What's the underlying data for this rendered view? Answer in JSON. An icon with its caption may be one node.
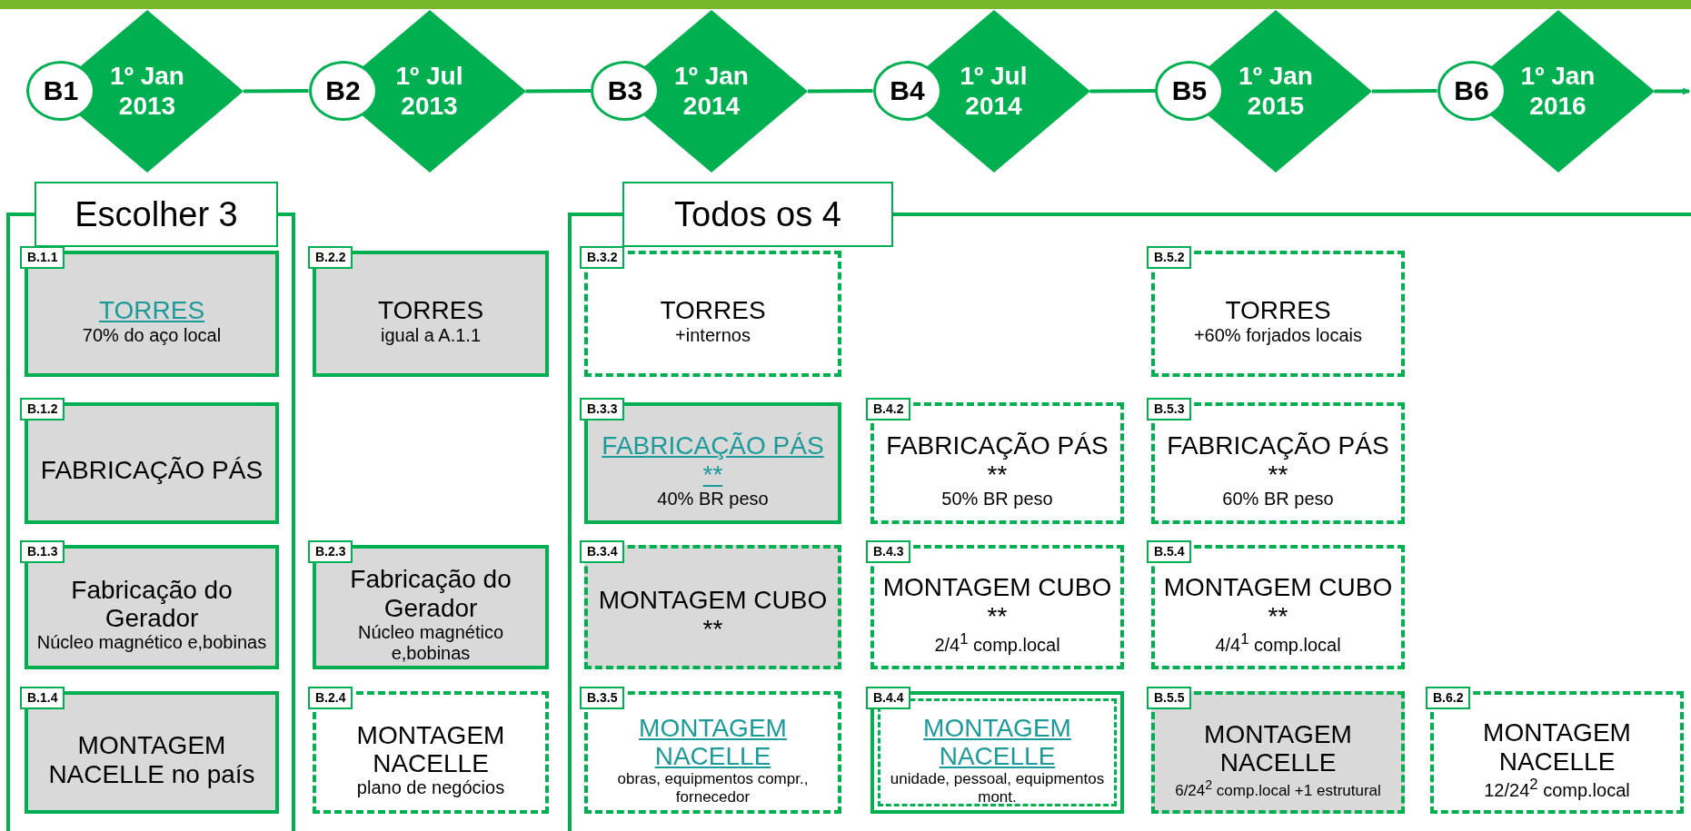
{
  "diagram": {
    "nodes": [
      {
        "text": [
          "B1"
        ]
      },
      {
        "text": [
          "1º Jan 2013"
        ]
      },
      {
        "text": [
          "B2"
        ]
      },
      {
        "text": [
          "1º Jul 2013"
        ]
      },
      {
        "text": [
          "B3"
        ]
      },
      {
        "text": [
          "1º Jan 2014"
        ]
      },
      {
        "text": [
          "B4"
        ]
      },
      {
        "text": [
          "1º Jul 2014"
        ]
      },
      {
        "text": [
          "B5"
        ]
      },
      {
        "text": [
          "1º Jan 2015"
        ]
      },
      {
        "text": [
          "B6"
        ]
      },
      {
        "text": [
          "1º Jan 2016"
        ]
      },
      {
        "text": [
          "Escolher 3"
        ]
      },
      {
        "text": [
          "B.1.1",
          "TORRES",
          "70% do aço local"
        ],
        "in": 12
      },
      {
        "text": [
          "B.1.2",
          "FABRICAÇÃO PÁS"
        ],
        "in": 12
      },
      {
        "text": [
          "B.1.3",
          "Fabricação do Gerador",
          "Núcleo magnético e,bobinas"
        ],
        "in": 12
      },
      {
        "text": [
          "B.1.4",
          "MONTAGEM NACELLE no país"
        ],
        "in": 12
      },
      {
        "text": [
          "B.2.2",
          "TORRES",
          "igual a A.1.1"
        ]
      },
      {
        "text": [
          "B.2.3",
          "Fabricação do Gerador",
          "Núcleo magnético e,bobinas"
        ]
      },
      {
        "text": [
          "B.2.4",
          "MONTAGEM NACELLE",
          "plano de negócios"
        ]
      },
      {
        "text": [
          "Todos os 4"
        ]
      },
      {
        "text": [
          "B.3.2",
          "TORRES",
          "+internos"
        ],
        "in": 20
      },
      {
        "text": [
          "B.3.3",
          "FABRICAÇÃO PÁS **",
          "40% BR peso"
        ],
        "in": 20
      },
      {
        "text": [
          "B.3.4",
          "MONTAGEM CUBO **"
        ],
        "in": 20
      },
      {
        "text": [
          "B.3.5",
          "MONTAGEM NACELLE",
          "obras, equipmentos compr., fornecedor"
        ],
        "in": 20
      },
      {
        "text": [
          "B.4.2",
          "FABRICAÇÃO PÁS **",
          "50% BR peso"
        ],
        "in": 20
      },
      {
        "text": [
          "B.4.3",
          "MONTAGEM CUBO **",
          "2/4$^{1}$ comp.local"
        ],
        "in": 20
      },
      {
        "text": [
          "B.4.4",
          "MONTAGEM NACELLE",
          "unidade, pessoal, equipmentos mont."
        ],
        "in": 20
      },
      {
        "text": [
          "B.5.2",
          "TORRES",
          "+60% forjados locais"
        ],
        "in": 20
      },
      {
        "text": [
          "B.5.3",
          "FABRICAÇÃO PÁS **",
          "60% BR peso"
        ],
        "in": 20
      },
      {
        "text": [
          "B.5.4",
          "MONTAGEM CUBO **",
          "4/4$^{1}$ comp.local"
        ],
        "in": 20
      },
      {
        "text": [
          "B.5.5",
          "MONTAGEM NACELLE",
          "6/24$^{2}$ comp.local +1 estrutural"
        ],
        "in": 20
      },
      {
        "text": [
          "B.6.2",
          "MONTAGEM NACELLE",
          "12/24$^{2}$ comp.local"
        ],
        "in": 20
      }
    ],
    "edges": [
      {
        "from": 1,
        "to": 2,
        "arrow": "none"
      },
      {
        "from": 3,
        "to": 4,
        "arrow": "none"
      },
      {
        "from": 5,
        "to": 6,
        "arrow": "none"
      },
      {
        "from": 7,
        "to": 8,
        "arrow": "none"
      },
      {
        "from": 9,
        "to": 10,
        "arrow": "none"
      },
      {
        "from": 11,
        "to": null,
        "arrow": "to"
      }
    ]
  }
}
